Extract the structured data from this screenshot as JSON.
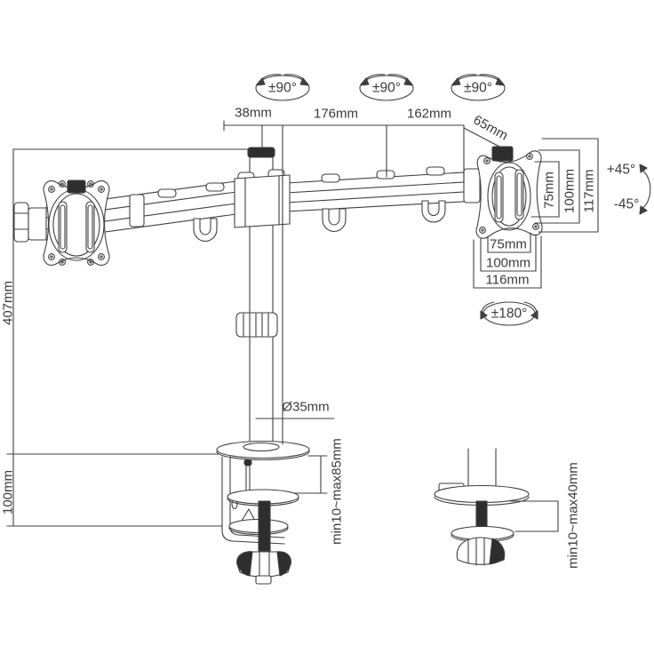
{
  "diagram": {
    "description": "Dual monitor desk mount arm technical line drawing with dimensions",
    "angles": {
      "swivel_joint_1": "±90°",
      "swivel_joint_2": "±90°",
      "swivel_joint_3": "±90°",
      "tilt_up": "+45°",
      "tilt_down": "-45°",
      "rotation": "±180°"
    },
    "dimensions": {
      "pole_top_offset": "38mm",
      "arm_segment_1": "176mm",
      "arm_segment_2": "162mm",
      "head_offset": "65mm",
      "vesa_slot_height": "75mm",
      "vesa_height": "100mm",
      "plate_height": "117mm",
      "vesa_slot_width": "75mm",
      "vesa_width": "100mm",
      "plate_width": "116mm",
      "pole_height": "407mm",
      "clamp_section_height": "100mm",
      "pole_diameter": "Ø35mm",
      "clamp_desk_range": "min10~max85mm",
      "grommet_desk_range": "min10~max40mm"
    },
    "colors": {
      "line": "#3f3f3f",
      "fill_dark": "#2e2e2e",
      "background": "#ffffff"
    }
  }
}
